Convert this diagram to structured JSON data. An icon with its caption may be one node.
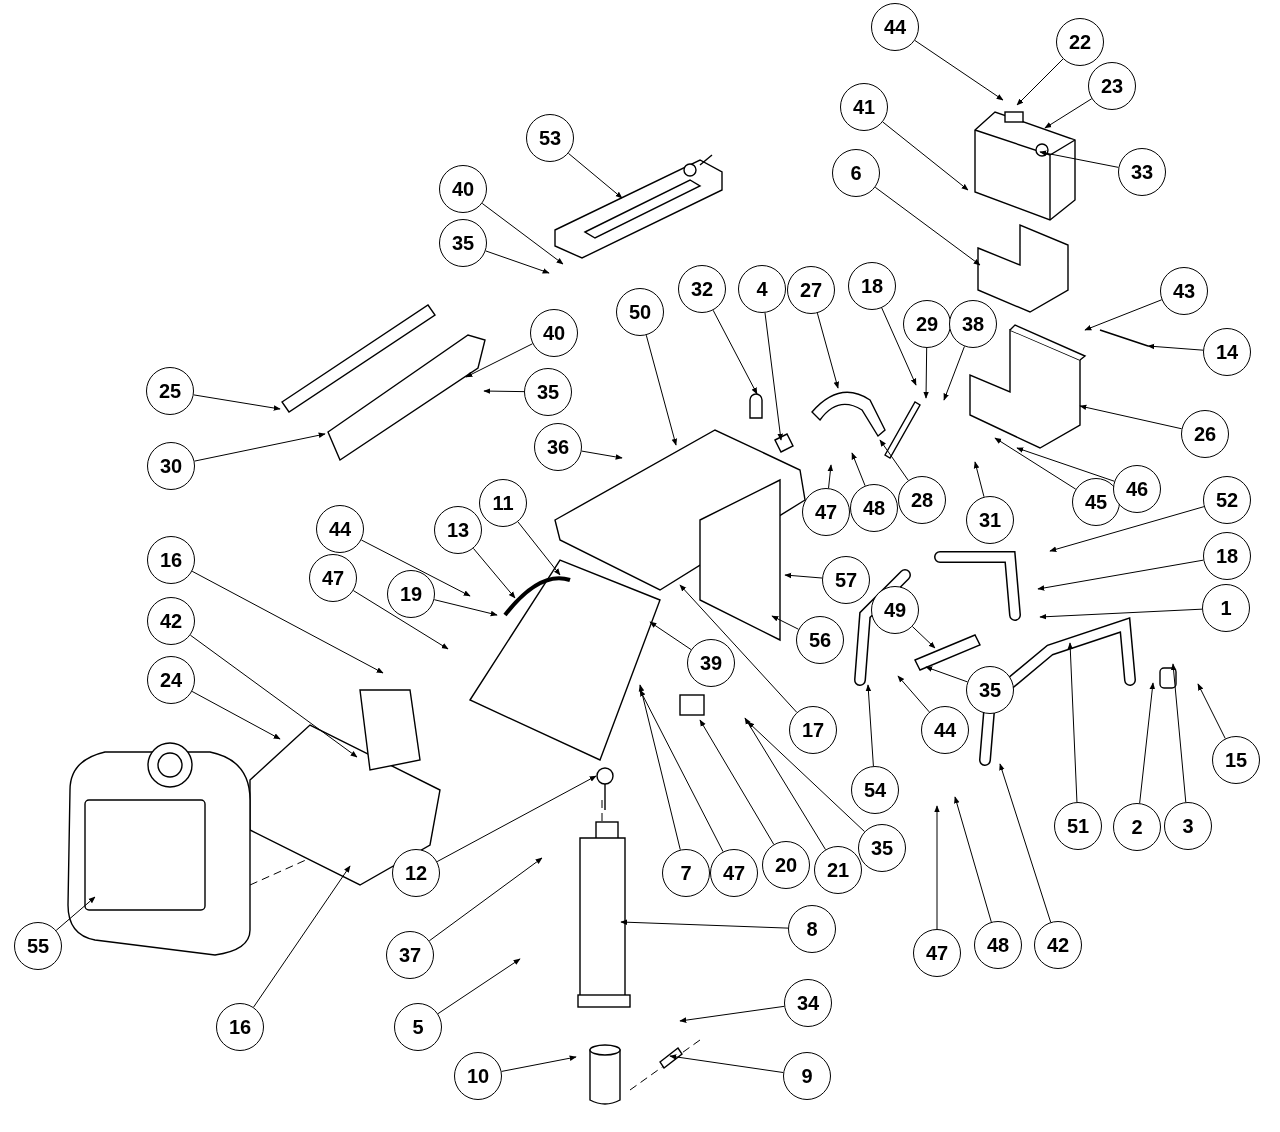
{
  "diagram": {
    "nodes": [
      {
        "text": [
          "44"
        ]
      },
      {
        "text": [
          "22"
        ]
      },
      {
        "text": [
          "23"
        ]
      },
      {
        "text": [
          "41"
        ]
      },
      {
        "text": [
          "33"
        ]
      },
      {
        "text": [
          "6"
        ]
      },
      {
        "text": [
          "53"
        ]
      },
      {
        "text": [
          "40"
        ]
      },
      {
        "text": [
          "35"
        ]
      },
      {
        "text": [
          "50"
        ]
      },
      {
        "text": [
          "32"
        ]
      },
      {
        "text": [
          "4"
        ]
      },
      {
        "text": [
          "27"
        ]
      },
      {
        "text": [
          "18"
        ]
      },
      {
        "text": [
          "29"
        ]
      },
      {
        "text": [
          "38"
        ]
      },
      {
        "text": [
          "43"
        ]
      },
      {
        "text": [
          "14"
        ]
      },
      {
        "text": [
          "26"
        ]
      },
      {
        "text": [
          "47"
        ]
      },
      {
        "text": [
          "48"
        ]
      },
      {
        "text": [
          "28"
        ]
      },
      {
        "text": [
          "45"
        ]
      },
      {
        "text": [
          "46"
        ]
      },
      {
        "text": [
          "31"
        ]
      },
      {
        "text": [
          "25"
        ]
      },
      {
        "text": [
          "40"
        ]
      },
      {
        "text": [
          "35"
        ]
      },
      {
        "text": [
          "30"
        ]
      },
      {
        "text": [
          "36"
        ]
      },
      {
        "text": [
          "52"
        ]
      },
      {
        "text": [
          "18"
        ]
      },
      {
        "text": [
          "1"
        ]
      },
      {
        "text": [
          "44"
        ]
      },
      {
        "text": [
          "13"
        ]
      },
      {
        "text": [
          "11"
        ]
      },
      {
        "text": [
          "16"
        ]
      },
      {
        "text": [
          "47"
        ]
      },
      {
        "text": [
          "19"
        ]
      },
      {
        "text": [
          "57"
        ]
      },
      {
        "text": [
          "17"
        ]
      },
      {
        "text": [
          "56"
        ]
      },
      {
        "text": [
          "49"
        ]
      },
      {
        "text": [
          "35"
        ]
      },
      {
        "text": [
          "44"
        ]
      },
      {
        "text": [
          "54"
        ]
      },
      {
        "text": [
          "39"
        ]
      },
      {
        "text": [
          "42"
        ]
      },
      {
        "text": [
          "24"
        ]
      },
      {
        "text": [
          "55"
        ]
      },
      {
        "text": [
          "16"
        ]
      },
      {
        "text": [
          "12"
        ]
      },
      {
        "text": [
          "37"
        ]
      },
      {
        "text": [
          "5"
        ]
      },
      {
        "text": [
          "10"
        ]
      },
      {
        "text": [
          "8"
        ]
      },
      {
        "text": [
          "34"
        ]
      },
      {
        "text": [
          "9"
        ]
      },
      {
        "text": [
          "7"
        ]
      },
      {
        "text": [
          "47"
        ]
      },
      {
        "text": [
          "20"
        ]
      },
      {
        "text": [
          "21"
        ]
      },
      {
        "text": [
          "35"
        ]
      },
      {
        "text": [
          "51"
        ]
      },
      {
        "text": [
          "2"
        ]
      },
      {
        "text": [
          "3"
        ]
      },
      {
        "text": [
          "15"
        ]
      },
      {
        "text": [
          "47"
        ]
      },
      {
        "text": [
          "48"
        ]
      },
      {
        "text": [
          "42"
        ]
      }
    ],
    "edges": [
      {
        "from": 0,
        "to": null,
        "arrow": "to"
      },
      {
        "from": 1,
        "to": null,
        "arrow": "to"
      },
      {
        "from": 2,
        "to": null,
        "arrow": "to"
      },
      {
        "from": 3,
        "to": null,
        "arrow": "to"
      },
      {
        "from": 4,
        "to": null,
        "arrow": "to"
      },
      {
        "from": 5,
        "to": null,
        "arrow": "to"
      },
      {
        "from": 6,
        "to": null,
        "arrow": "to"
      },
      {
        "from": 7,
        "to": null,
        "arrow": "to"
      },
      {
        "from": 8,
        "to": null,
        "arrow": "to"
      },
      {
        "from": 9,
        "to": null,
        "arrow": "to"
      },
      {
        "from": 10,
        "to": null,
        "arrow": "to"
      },
      {
        "from": 11,
        "to": null,
        "arrow": "to"
      },
      {
        "from": 12,
        "to": null,
        "arrow": "to"
      },
      {
        "from": 13,
        "to": null,
        "arrow": "to"
      },
      {
        "from": 14,
        "to": null,
        "arrow": "to"
      },
      {
        "from": 15,
        "to": null,
        "arrow": "to"
      },
      {
        "from": 16,
        "to": null,
        "arrow": "to"
      },
      {
        "from": 17,
        "to": null,
        "arrow": "to"
      },
      {
        "from": 18,
        "to": null,
        "arrow": "to"
      },
      {
        "from": 19,
        "to": null,
        "arrow": "to"
      },
      {
        "from": 20,
        "to": null,
        "arrow": "to"
      },
      {
        "from": 21,
        "to": null,
        "arrow": "to"
      },
      {
        "from": 22,
        "to": null,
        "arrow": "to"
      },
      {
        "from": 23,
        "to": null,
        "arrow": "to"
      },
      {
        "from": 24,
        "to": null,
        "arrow": "to"
      },
      {
        "from": 25,
        "to": null,
        "arrow": "to"
      },
      {
        "from": 26,
        "to": null,
        "arrow": "to"
      },
      {
        "from": 27,
        "to": null,
        "arrow": "to"
      },
      {
        "from": 28,
        "to": null,
        "arrow": "to"
      },
      {
        "from": 29,
        "to": null,
        "arrow": "to"
      },
      {
        "from": 30,
        "to": null,
        "arrow": "to"
      },
      {
        "from": 31,
        "to": null,
        "arrow": "to"
      },
      {
        "from": 32,
        "to": null,
        "arrow": "to"
      },
      {
        "from": 33,
        "to": null,
        "arrow": "to"
      },
      {
        "from": 34,
        "to": null,
        "arrow": "to"
      },
      {
        "from": 35,
        "to": null,
        "arrow": "to"
      },
      {
        "from": 36,
        "to": null,
        "arrow": "to"
      },
      {
        "from": 37,
        "to": null,
        "arrow": "to"
      },
      {
        "from": 38,
        "to": null,
        "arrow": "to"
      },
      {
        "from": 39,
        "to": null,
        "arrow": "to"
      },
      {
        "from": 40,
        "to": null,
        "arrow": "to"
      },
      {
        "from": 41,
        "to": null,
        "arrow": "to"
      },
      {
        "from": 42,
        "to": null,
        "arrow": "to"
      },
      {
        "from": 43,
        "to": null,
        "arrow": "to"
      },
      {
        "from": 44,
        "to": null,
        "arrow": "to"
      },
      {
        "from": 45,
        "to": null,
        "arrow": "to"
      },
      {
        "from": 46,
        "to": null,
        "arrow": "to"
      },
      {
        "from": 47,
        "to": null,
        "arrow": "to"
      },
      {
        "from": 48,
        "to": null,
        "arrow": "to"
      },
      {
        "from": 49,
        "to": null,
        "arrow": "to"
      },
      {
        "from": 50,
        "to": null,
        "arrow": "to"
      },
      {
        "from": 51,
        "to": null,
        "arrow": "to"
      },
      {
        "from": 52,
        "to": null,
        "arrow": "to"
      },
      {
        "from": 53,
        "to": null,
        "arrow": "to"
      },
      {
        "from": 54,
        "to": null,
        "arrow": "to"
      },
      {
        "from": 55,
        "to": null,
        "arrow": "to"
      },
      {
        "from": 56,
        "to": null,
        "arrow": "to"
      },
      {
        "from": 57,
        "to": null,
        "arrow": "to"
      },
      {
        "from": 58,
        "to": null,
        "arrow": "to"
      },
      {
        "from": 59,
        "to": null,
        "arrow": "to"
      },
      {
        "from": 60,
        "to": null,
        "arrow": "to"
      },
      {
        "from": 61,
        "to": null,
        "arrow": "to"
      },
      {
        "from": 62,
        "to": null,
        "arrow": "to"
      },
      {
        "from": 63,
        "to": null,
        "arrow": "to"
      },
      {
        "from": 64,
        "to": null,
        "arrow": "to"
      },
      {
        "from": 65,
        "to": null,
        "arrow": "to"
      },
      {
        "from": 66,
        "to": null,
        "arrow": "to"
      },
      {
        "from": 67,
        "to": null,
        "arrow": "to"
      },
      {
        "from": 68,
        "to": null,
        "arrow": "to"
      },
      {
        "from": 69,
        "to": null,
        "arrow": "to"
      }
    ]
  }
}
